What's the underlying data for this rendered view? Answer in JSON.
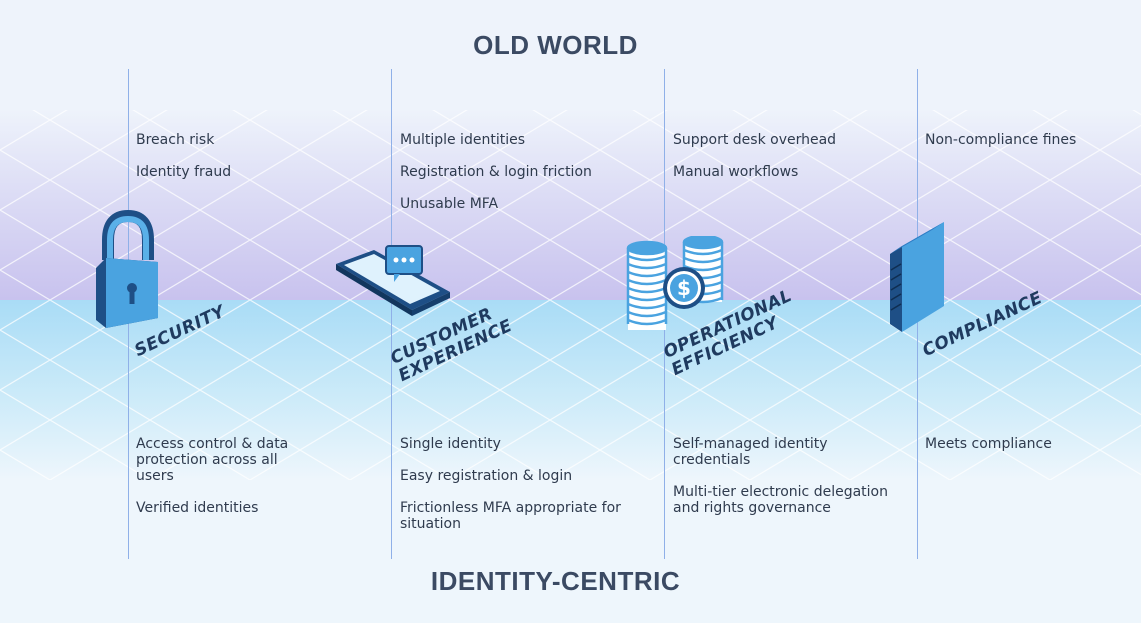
{
  "titles": {
    "top": "OLD WORLD",
    "bottom": "IDENTITY-CENTRIC"
  },
  "columns": [
    {
      "category": [
        "SECURITY"
      ],
      "icon": "padlock-icon",
      "old_world": [
        "Breach risk",
        "Identity fraud"
      ],
      "identity_centric": [
        "Access control & data protection across all users",
        "Verified identities"
      ]
    },
    {
      "category": [
        "CUSTOMER",
        "EXPERIENCE"
      ],
      "icon": "smartphone-chat-icon",
      "old_world": [
        "Multiple identities",
        "Registration & login friction",
        "Unusable MFA"
      ],
      "identity_centric": [
        "Single identity",
        "Easy registration & login",
        "Frictionless MFA appropriate for situation"
      ]
    },
    {
      "category": [
        "OPERATIONAL",
        "EFFICIENCY"
      ],
      "icon": "coin-stacks-icon",
      "old_world": [
        "Support desk overhead",
        "Manual workflows"
      ],
      "identity_centric": [
        "Self-managed identity credentials",
        "Multi-tier electronic delegation and rights governance"
      ]
    },
    {
      "category": [
        "COMPLIANCE"
      ],
      "icon": "book-icon",
      "old_world": [
        "Non-compliance fines"
      ],
      "identity_centric": [
        "Meets compliance"
      ]
    }
  ],
  "colors": {
    "title": "#3b4a63",
    "text": "#2f3b4e",
    "category": "#1f3a5f",
    "divider": "#8fb0e8",
    "band_purple": "#c9c3ee",
    "band_blue": "#a8dcf5",
    "icon_blue": "#4aa3e0",
    "icon_dark": "#1e4f86"
  }
}
